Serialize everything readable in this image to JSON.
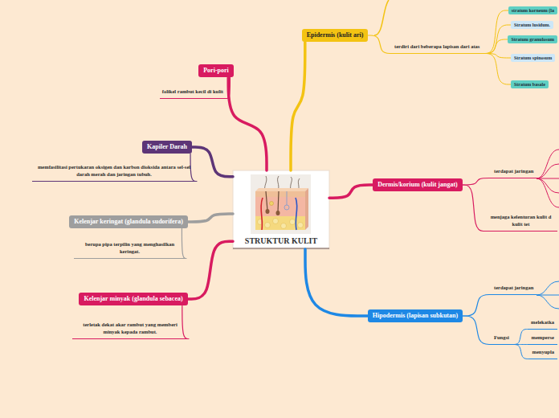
{
  "diagram": {
    "nodes": [
      {
        "text": [
          "STRUKTUR KULIT"
        ]
      },
      {
        "text": [
          "Epidermis (kulit ari)"
        ]
      },
      {
        "text": [
          "terdiri dari beberapa lapisan dari atas"
        ]
      },
      {
        "text": [
          "stratum korneum (la"
        ]
      },
      {
        "text": [
          "Stratum lusidum."
        ]
      },
      {
        "text": [
          "Stratum granulosum"
        ]
      },
      {
        "text": [
          "Stratum spinosum"
        ]
      },
      {
        "text": [
          "Stratum basale"
        ]
      },
      {
        "text": [
          "Dermis/korium (kulit jangat)"
        ]
      },
      {
        "text": [
          "terdapat jaringan"
        ]
      },
      {
        "text": [
          "menjaga kelenturan kulit d kulit tet"
        ]
      },
      {
        "text": [
          "Hipodermis  (lapisan subkutan)"
        ]
      },
      {
        "text": [
          "terdapat jaringan"
        ]
      },
      {
        "text": [
          "Fungsi"
        ]
      },
      {
        "text": [
          "melekatka"
        ]
      },
      {
        "text": [
          "memperse"
        ]
      },
      {
        "text": [
          "menyupla"
        ]
      },
      {
        "text": [
          "Pori-pori"
        ]
      },
      {
        "text": [
          "folikel rambut kecil di kulit"
        ]
      },
      {
        "text": [
          "Kapiler Darah"
        ]
      },
      {
        "text": [
          "memfasilitasi pertukaran oksigen dan karbon dioksida antara sel-sel darah merah dan jaringan tubuh."
        ]
      },
      {
        "text": [
          "Kelenjar keringat (glandula sudorifera)"
        ]
      },
      {
        "text": [
          "berupa pipa terpilin yang menghasilkan keringat."
        ]
      },
      {
        "text": [
          "Kelenjar minyak (glandula sebacea)"
        ]
      },
      {
        "text": [
          "terletak dekat akar rambut yang memberi minyak kepada rambut."
        ]
      }
    ],
    "edges": [
      {
        "from": 0,
        "to": 1,
        "arrow": "none"
      },
      {
        "from": 0,
        "to": 8,
        "arrow": "none"
      },
      {
        "from": 0,
        "to": 11,
        "arrow": "none"
      },
      {
        "from": 0,
        "to": 17,
        "arrow": "none"
      },
      {
        "from": 0,
        "to": 19,
        "arrow": "none"
      },
      {
        "from": 0,
        "to": 21,
        "arrow": "none"
      },
      {
        "from": 0,
        "to": 23,
        "arrow": "none"
      },
      {
        "from": 1,
        "to": 2,
        "arrow": "none"
      },
      {
        "from": 2,
        "to": 3,
        "arrow": "none"
      },
      {
        "from": 2,
        "to": 4,
        "arrow": "none"
      },
      {
        "from": 2,
        "to": 5,
        "arrow": "none"
      },
      {
        "from": 2,
        "to": 6,
        "arrow": "none"
      },
      {
        "from": 2,
        "to": 7,
        "arrow": "none"
      },
      {
        "from": 8,
        "to": 9,
        "arrow": "none"
      },
      {
        "from": 8,
        "to": 10,
        "arrow": "none"
      },
      {
        "from": 11,
        "to": 12,
        "arrow": "none"
      },
      {
        "from": 11,
        "to": 13,
        "arrow": "none"
      },
      {
        "from": 13,
        "to": 14,
        "arrow": "none"
      },
      {
        "from": 13,
        "to": 15,
        "arrow": "none"
      },
      {
        "from": 13,
        "to": 16,
        "arrow": "none"
      },
      {
        "from": 17,
        "to": 18,
        "arrow": "none"
      },
      {
        "from": 19,
        "to": 20,
        "arrow": "none"
      },
      {
        "from": 21,
        "to": 22,
        "arrow": "none"
      },
      {
        "from": 23,
        "to": 24,
        "arrow": "none"
      }
    ]
  }
}
